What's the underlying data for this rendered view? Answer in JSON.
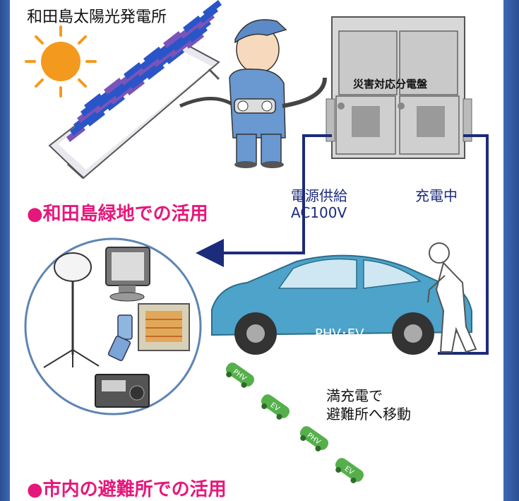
{
  "diagram": {
    "top_title": "和田島太陽光発電所",
    "panel_label": "災害対応分電盤",
    "supply_label_line1": "電源供給",
    "supply_label_line2": "AC100V",
    "charging_label": "充電中",
    "heading_greenspace": "●和田島緑地での活用",
    "car_label": "PHV･EV",
    "move_label_line1": "満充電で",
    "move_label_line2": "避難所へ移動",
    "heading_shelter": "●市内の避難所での活用",
    "mini_car_labels": [
      "PHV",
      "EV",
      "PHV",
      "EV"
    ]
  },
  "colors": {
    "heading": "#e6177a",
    "line": "#1c2c7a",
    "car": "#4da3c9",
    "mini_car": "#55b04c",
    "sun": "#f39a1e",
    "panel_cell_blue": "#2a55c8",
    "panel_cell_purple": "#7a54b8"
  },
  "icons": [
    "sun-icon",
    "solar-panel-icon",
    "worker-icon",
    "distribution-board-icon",
    "car-icon",
    "person-charging-icon",
    "lamp-icon",
    "monitor-icon",
    "heater-icon",
    "phone-icon",
    "radio-icon"
  ]
}
